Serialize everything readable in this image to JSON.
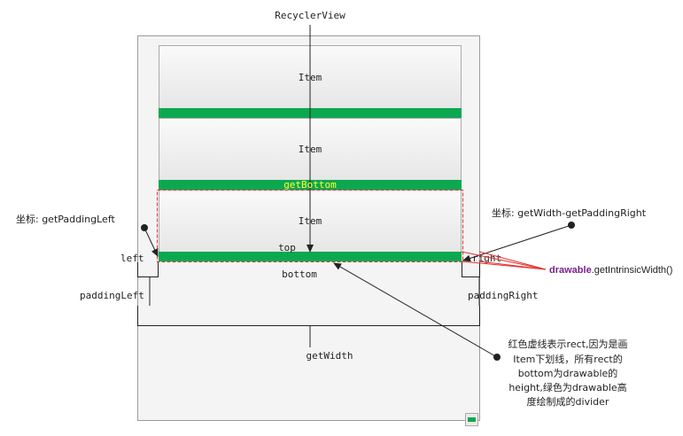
{
  "title": "RecyclerView",
  "items": [
    {
      "label": "Item"
    },
    {
      "label": "Item"
    },
    {
      "label": "Item"
    }
  ],
  "labels": {
    "get_bottom": "getBottom",
    "top": "top",
    "bottom": "bottom",
    "left": "left",
    "right": "right",
    "padding_left": "paddingLeft",
    "padding_right": "paddingRight",
    "get_width": "getWidth",
    "coord_left": "坐标: getPaddingLeft",
    "coord_right": "坐标: getWidth-getPaddingRight",
    "drawable_keyword": "drawable",
    "drawable_method": ".getIntrinsicWidth()"
  },
  "note": {
    "lines": [
      "红色虚线表示rect,因为是画",
      "Item下划线，所有rect的",
      "bottom为drawable的",
      "height,绿色为drawable高",
      "度绘制成的divider"
    ]
  },
  "colors": {
    "divider": "#0ca84f",
    "rect_dashed": "#e0322f",
    "get_bottom_text": "#ffff33",
    "drawable_keyword": "#7a1f8f",
    "border": "#9a9a9a"
  }
}
